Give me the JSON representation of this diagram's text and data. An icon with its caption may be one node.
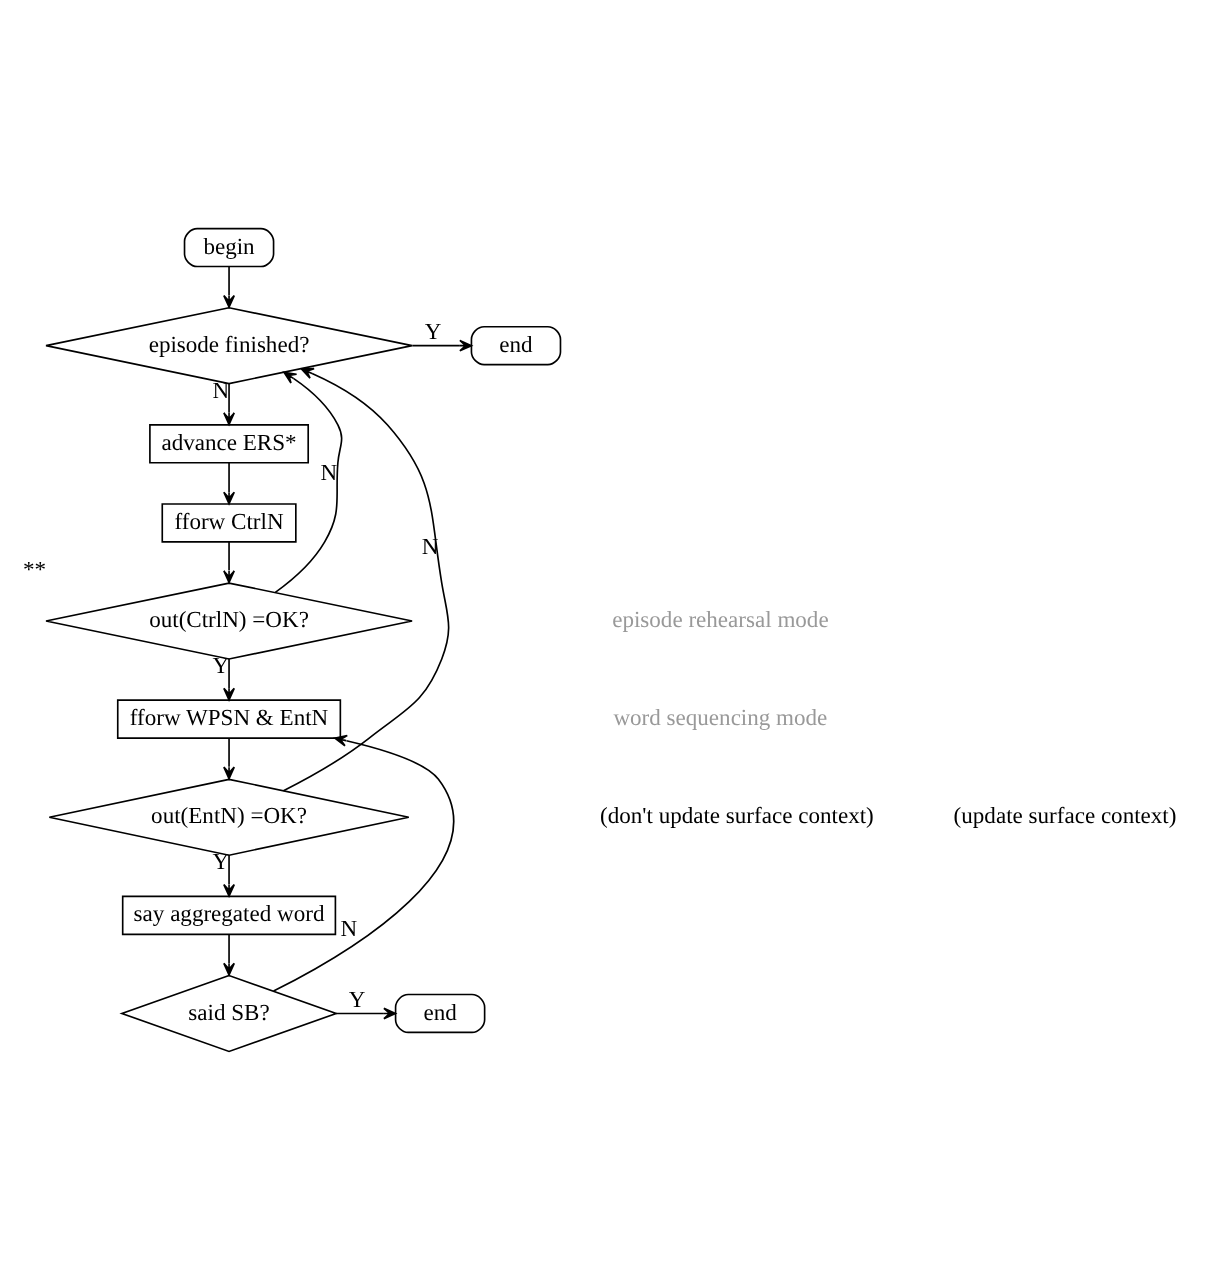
{
  "diagram": {
    "nodes": [
      {
        "text": [
          "begin"
        ]
      },
      {
        "text": [
          "episode finished?"
        ]
      },
      {
        "text": [
          "end"
        ]
      },
      {
        "text": [
          "advance ERS*"
        ]
      },
      {
        "text": [
          "fforw CtrlN"
        ]
      },
      {
        "text": [
          "out(CtrlN) =OK?"
        ],
        "beside": [
          "**"
        ]
      },
      {
        "text": [
          "fforw WPSN & EntN"
        ]
      },
      {
        "text": [
          "out(EntN) =OK?"
        ]
      },
      {
        "text": [
          "say aggregated word"
        ]
      },
      {
        "text": [
          "said SB?"
        ]
      },
      {
        "text": [
          "end"
        ]
      }
    ],
    "edges": [
      {
        "from": 0,
        "to": 1,
        "arrow": "to"
      },
      {
        "from": 1,
        "to": 2,
        "arrow": "to",
        "label": "Y"
      },
      {
        "from": 1,
        "to": 3,
        "arrow": "to",
        "label": "N"
      },
      {
        "from": 3,
        "to": 4,
        "arrow": "to"
      },
      {
        "from": 4,
        "to": 5,
        "arrow": "to"
      },
      {
        "from": 5,
        "to": 1,
        "arrow": "to",
        "label": "N"
      },
      {
        "from": 5,
        "to": 6,
        "arrow": "to",
        "label": "Y"
      },
      {
        "from": 6,
        "to": 7,
        "arrow": "to"
      },
      {
        "from": 7,
        "to": 1,
        "arrow": "to",
        "label": "N"
      },
      {
        "from": 7,
        "to": 8,
        "arrow": "to",
        "label": "Y"
      },
      {
        "from": 8,
        "to": 9,
        "arrow": "to"
      },
      {
        "from": 9,
        "to": 10,
        "arrow": "to",
        "label": "Y"
      },
      {
        "from": 9,
        "to": 6,
        "arrow": "to",
        "label": "N"
      }
    ],
    "labels": [
      "episode rehearsal mode",
      "word sequencing mode",
      "(don't update surface context)",
      "(update surface context)"
    ]
  }
}
